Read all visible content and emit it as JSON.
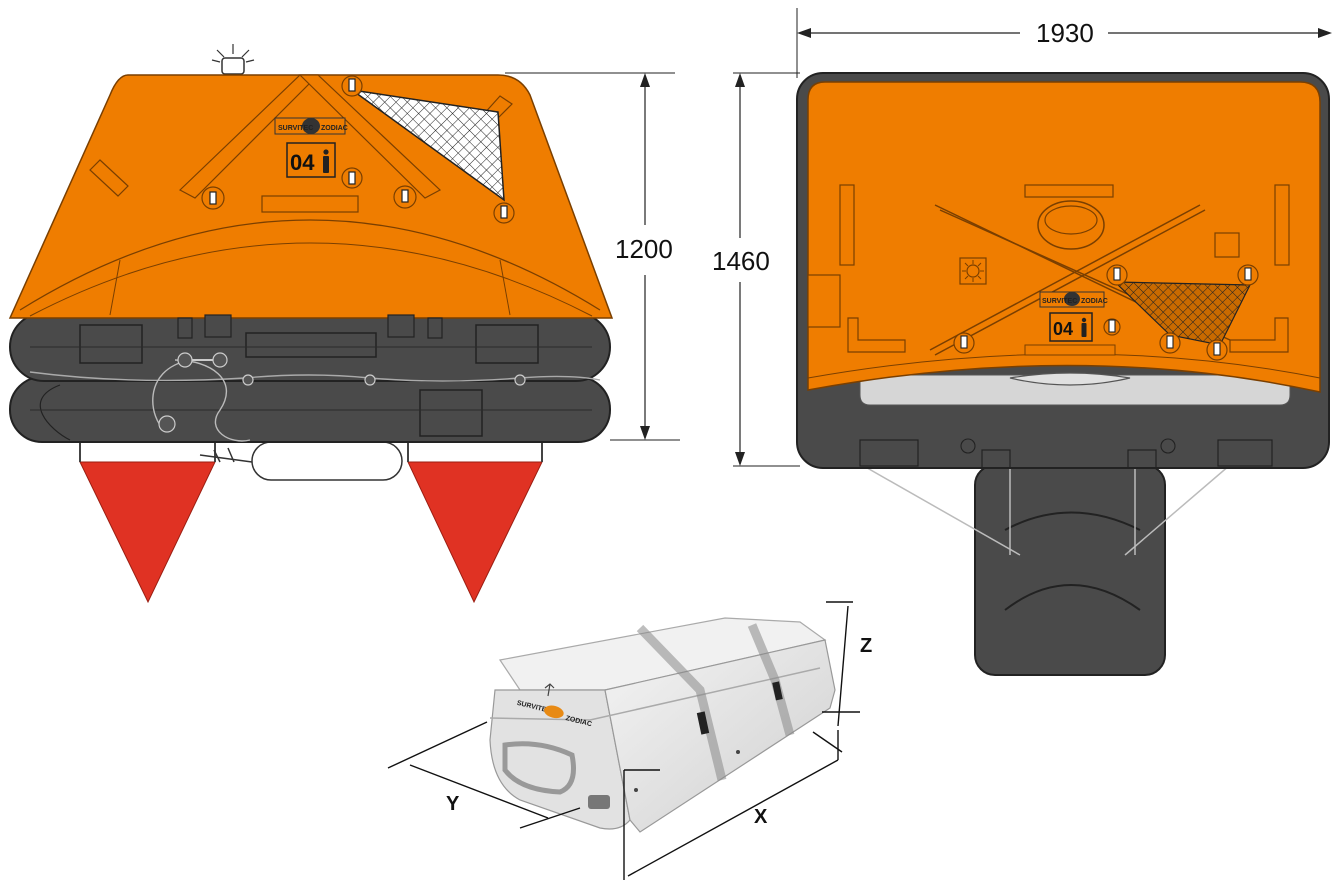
{
  "dimensions": {
    "front_height": "1200",
    "top_width": "1930",
    "top_length": "1460"
  },
  "container_axes": {
    "x": "X",
    "y": "Y",
    "z": "Z"
  },
  "labels": {
    "brand_left": "SURVITEC",
    "brand_right": "ZODIAC",
    "capacity": "04"
  },
  "colors": {
    "canopy": "#ef7d00",
    "tube": "#4a4a4a",
    "drogue": "#e03223",
    "container": "#e9e9e9"
  }
}
